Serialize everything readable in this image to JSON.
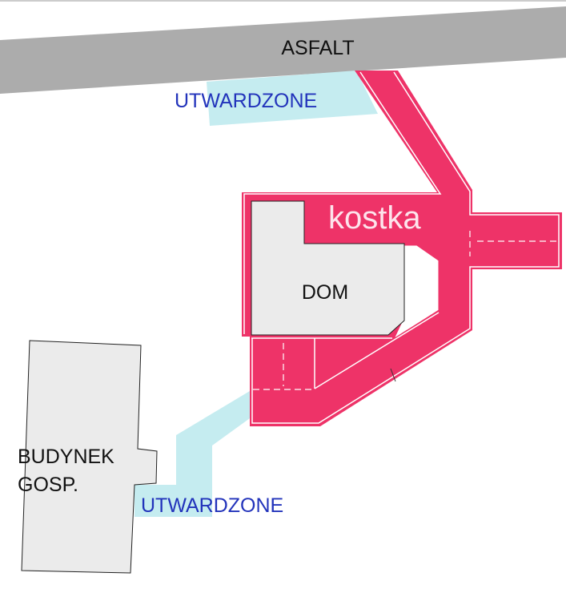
{
  "labels": {
    "asphalt": "ASFALT",
    "paved_top": "UTWARDZONE",
    "paving": "kostka",
    "house": "DOM",
    "outbuilding_line1": "BUDYNEK",
    "outbuilding_line2": "GOSP.",
    "paved_bottom": "UTWARDZONE"
  },
  "colors": {
    "asphalt": "#acacac",
    "paved": "#c5ecf0",
    "paving": "#ee3368",
    "building": "#ebebeb",
    "paved_text": "#2233bb"
  }
}
